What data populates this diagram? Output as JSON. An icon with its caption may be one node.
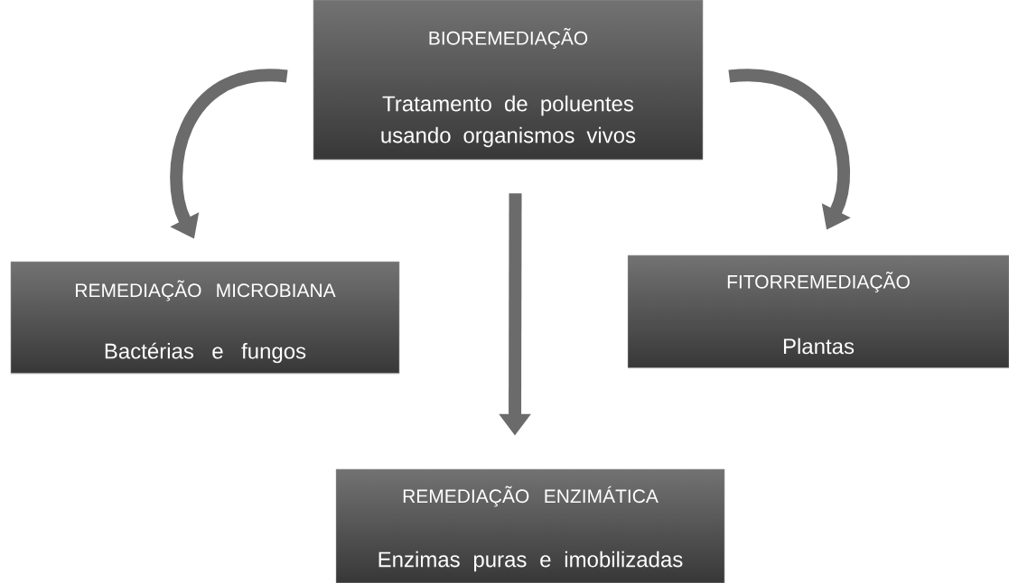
{
  "diagram": {
    "nodes": [
      {
        "text": [
          "BIOREMEDIAÇÃO",
          "Tratamento de poluentes usando organismos vivos"
        ]
      },
      {
        "text": [
          "REMEDIAÇÃO MICROBIANA",
          "Bactérias e fungos"
        ]
      },
      {
        "text": [
          "FITORREMEDIAÇÃO",
          "Plantas"
        ]
      },
      {
        "text": [
          "REMEDIAÇÃO ENZIMÁTICA",
          "Enzimas puras e imobilizadas"
        ]
      }
    ],
    "edges": [
      {
        "from": 0,
        "to": 1,
        "arrow": "to"
      },
      {
        "from": 0,
        "to": 2,
        "arrow": "to"
      },
      {
        "from": 0,
        "to": 3,
        "arrow": "to"
      }
    ]
  }
}
